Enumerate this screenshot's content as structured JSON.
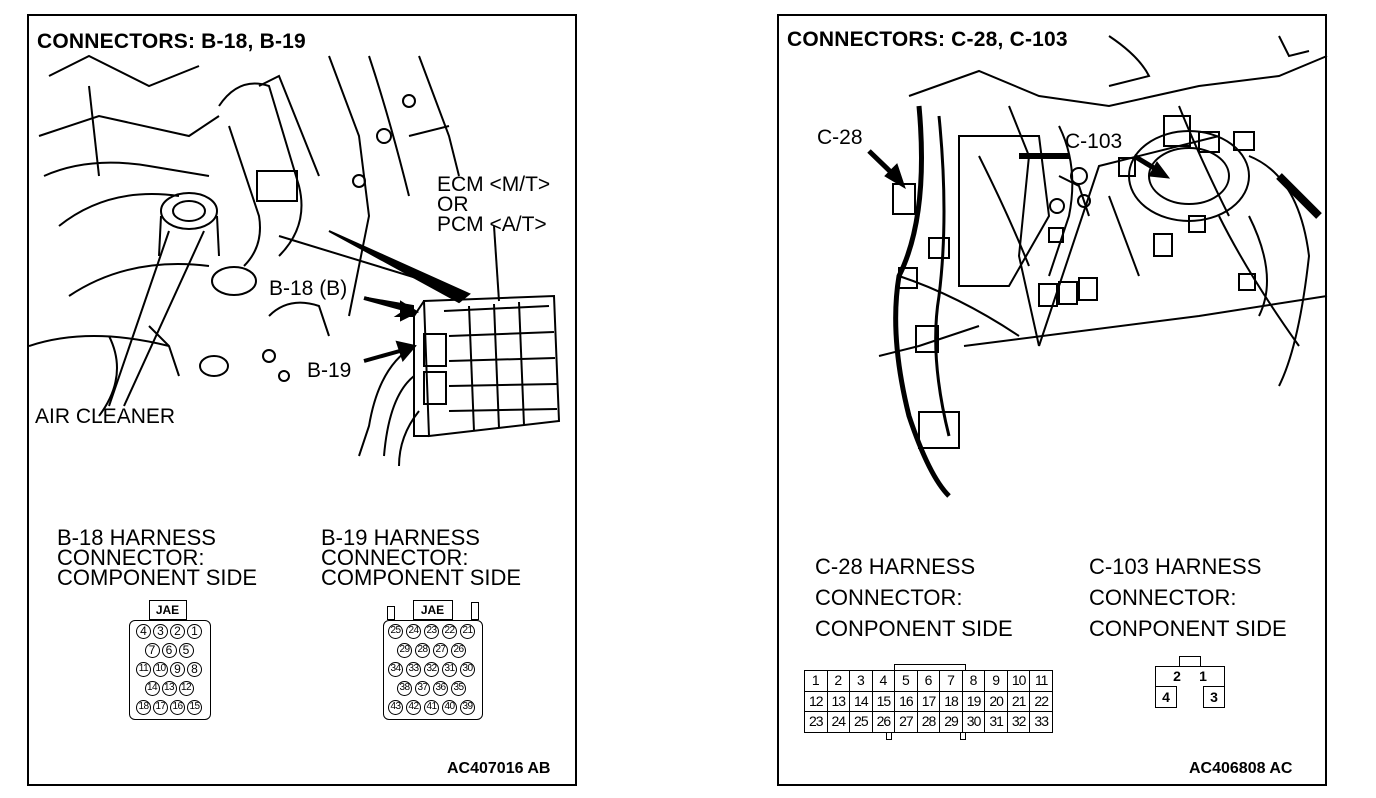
{
  "left": {
    "title": "CONNECTORS: B-18, B-19",
    "labels": {
      "ecm": "ECM <M/T>",
      "or": "OR",
      "pcm": "PCM <A/T>",
      "b18": "B-18 (B)",
      "b19": "B-19",
      "air_cleaner": "AIR CLEANER"
    },
    "b18_header": "B-18 HARNESS\nCONNECTOR:\nCOMPONENT SIDE",
    "b19_header": "B-19 HARNESS\nCONNECTOR:\nCOMPONENT SIDE",
    "jae": "JAE",
    "b18_rows": [
      [
        "4",
        "3",
        "2",
        "1"
      ],
      [
        "7",
        "6",
        "5"
      ],
      [
        "11",
        "10",
        "9",
        "8"
      ],
      [
        "14",
        "13",
        "12"
      ],
      [
        "18",
        "17",
        "16",
        "15"
      ]
    ],
    "b19_rows": [
      [
        "25",
        "24",
        "23",
        "22",
        "21"
      ],
      [
        "29",
        "28",
        "27",
        "26"
      ],
      [
        "34",
        "33",
        "32",
        "31",
        "30"
      ],
      [
        "38",
        "37",
        "36",
        "35"
      ],
      [
        "43",
        "42",
        "41",
        "40",
        "39"
      ]
    ],
    "code": "AC407016 AB"
  },
  "right": {
    "title": "CONNECTORS: C-28, C-103",
    "labels": {
      "c28": "C-28",
      "c103": "C-103"
    },
    "c28_header": "C-28 HARNESS\nCONNECTOR:\nCONPONENT SIDE",
    "c103_header": "C-103 HARNESS\nCONNECTOR:\nCONPONENT SIDE",
    "c28_rows": [
      [
        "1",
        "2",
        "3",
        "4",
        "5",
        "6",
        "7",
        "8",
        "9",
        "10",
        "11"
      ],
      [
        "12",
        "13",
        "14",
        "15",
        "16",
        "17",
        "18",
        "19",
        "20",
        "21",
        "22"
      ],
      [
        "23",
        "24",
        "25",
        "26",
        "27",
        "28",
        "29",
        "30",
        "31",
        "32",
        "33"
      ]
    ],
    "c103_top": [
      "2",
      "1"
    ],
    "c103_bottom": [
      "4",
      "3"
    ],
    "code": "AC406808 AC"
  }
}
